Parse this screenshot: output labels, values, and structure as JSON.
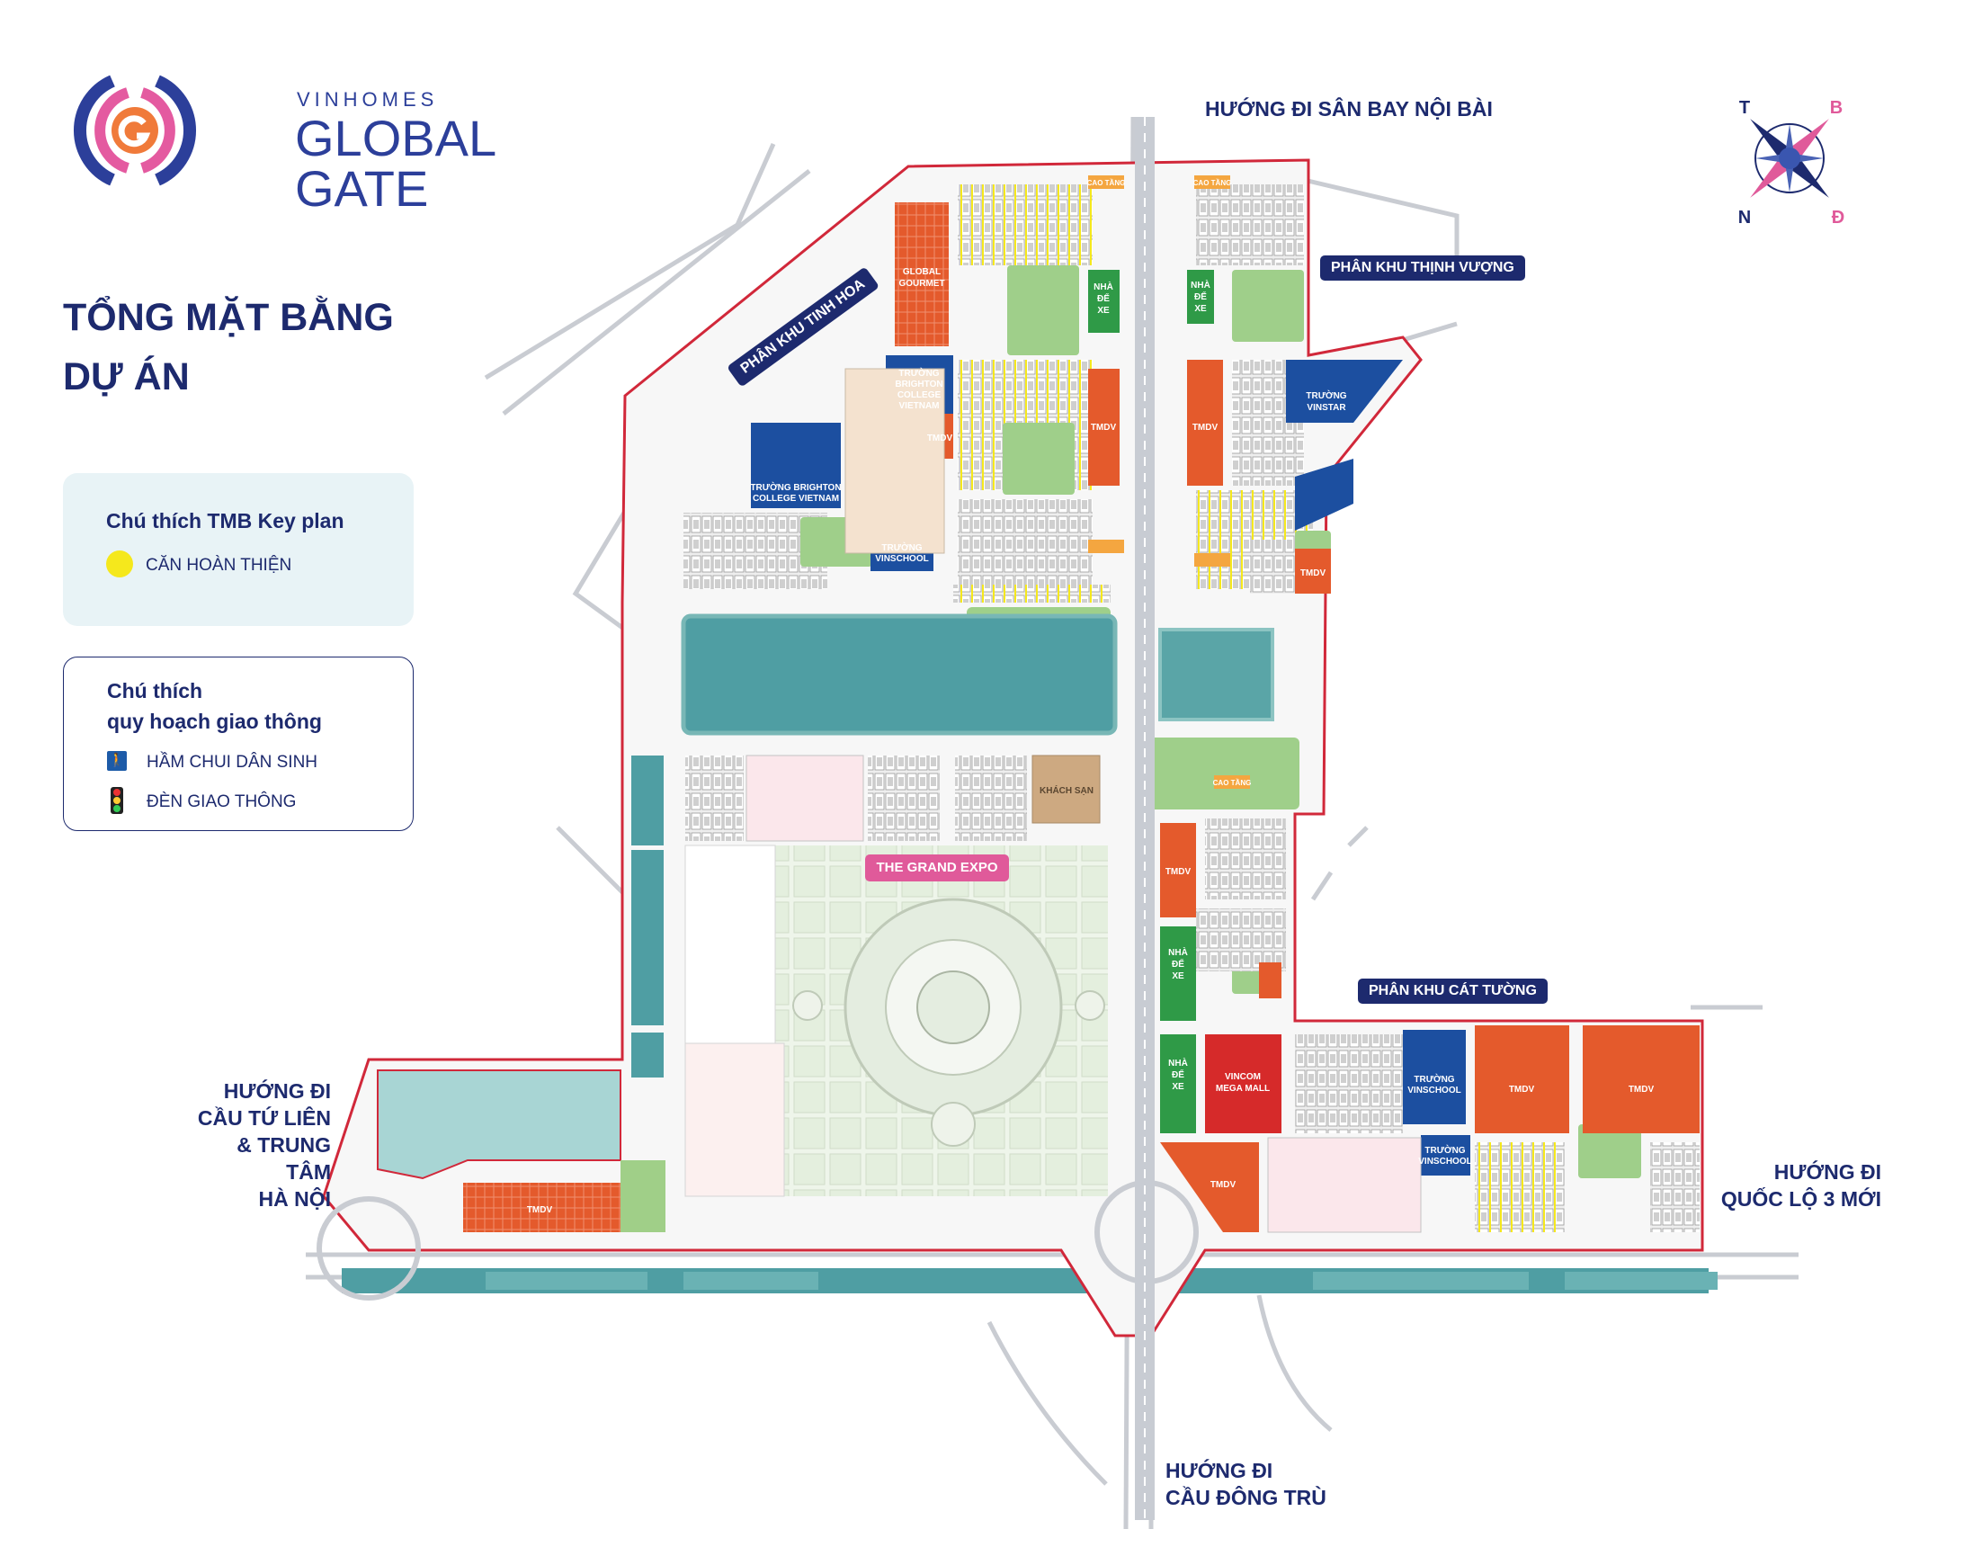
{
  "brand": {
    "small": "VINHOMES",
    "line1": "GLOBAL",
    "line2": "GATE"
  },
  "page_title": {
    "line1": "TỔNG MẶT BẰNG",
    "line2": "DỰ ÁN"
  },
  "legend_keyplan": {
    "title": "Chú thích TMB Key plan",
    "item": "CĂN HOÀN THIỆN",
    "dot_color": "#f5e81c"
  },
  "legend_traffic": {
    "title_line1": "Chú thích",
    "title_line2": "quy hoạch giao thông",
    "item1": "HẦM CHUI DÂN SINH",
    "item2": "ĐÈN GIAO THÔNG"
  },
  "directions": {
    "north": "HƯỚNG ĐI SÂN BAY NỘI BÀI",
    "west_line1": "HƯỚNG ĐI",
    "west_line2": "CẦU TỨ LIÊN",
    "west_line3": "& TRUNG TÂM",
    "west_line4": "HÀ NỘI",
    "east_line1": "HƯỚNG ĐI",
    "east_line2": "QUỐC LỘ 3 MỚI",
    "south_line1": "HƯỚNG ĐI",
    "south_line2": "CẦU ĐÔNG TRÙ"
  },
  "zones": {
    "tinh_hoa": "PHÂN KHU TINH HOA",
    "thinh_vuong": "PHÂN KHU THỊNH VƯỢNG",
    "cat_tuong": "PHÂN KHU CÁT TƯỜNG"
  },
  "landmarks": {
    "grand_expo": "THE GRAND EXPO",
    "khach_san": "KHÁCH SẠN",
    "vincom_1": "VINCOM",
    "vincom_2": "MEGA MALL",
    "tmdv": "TMDV",
    "global_gourmet_1": "GLOBAL",
    "global_gourmet_2": "GOURMET",
    "brighton_1": "TRƯỜNG",
    "brighton_2": "BRIGHTON",
    "brighton_3": "COLLEGE",
    "brighton_4": "VIETNAM",
    "brighton_b1": "TRƯỜNG BRIGHTON",
    "brighton_b2": "COLLEGE VIETNAM",
    "vinschool_1": "TRƯỜNG",
    "vinschool_2": "VINSCHOOL",
    "vinstar_1": "TRƯỜNG",
    "vinstar_2": "VINSTAR",
    "nha_de_xe_1": "NHÀ",
    "nha_de_xe_2": "ĐỂ",
    "nha_de_xe_3": "XE",
    "cao_tang": "CAO TẦNG"
  },
  "compass": {
    "t": "T",
    "b": "B",
    "n": "N",
    "d": "Đ"
  },
  "colors": {
    "navy": "#1d2a6e",
    "tmdv_orange": "#e45a2c",
    "vincom_red": "#d62a2a",
    "school_blue": "#1c4fa0",
    "parking_green": "#2f9a47",
    "water": "#4f9ea3",
    "boundary_red": "#d1283a",
    "expo_pink": "#e05a9a",
    "finished_yellow": "#f5e81c"
  }
}
